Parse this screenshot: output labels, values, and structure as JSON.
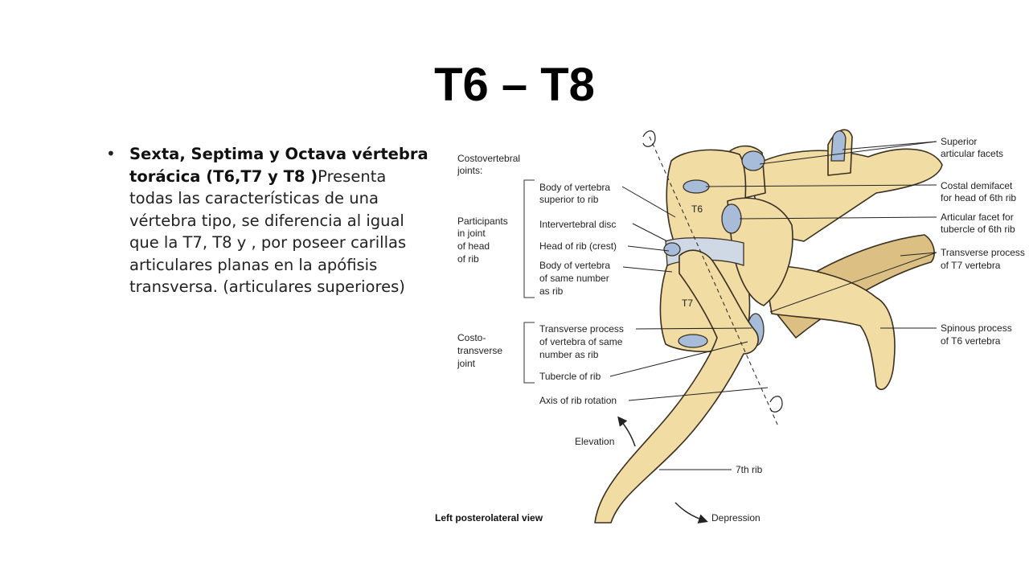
{
  "slide": {
    "title": "T6 – T8",
    "bullet_bold": "Sexta, Septima y Octava vértebra torácica (T6,T7 y T8 )",
    "bullet_rest": "Presenta todas las características de una vértebra tipo, se diferencia al igual que la T7, T8 y , por poseer carillas articulares planas en la apófisis transversa. (articulares superiores)"
  },
  "diagram": {
    "bone_color": "#f1dca3",
    "facet_color": "#a6bcd8",
    "groups": {
      "costovertebral_1": "Costovertebral",
      "costovertebral_2": "joints:",
      "participants_1": "Participants",
      "participants_2": "in joint",
      "participants_3": "of head",
      "participants_4": "of rib",
      "costo_1": "Costo-",
      "costo_2": "transverse",
      "costo_3": "joint"
    },
    "left_labels": {
      "body_sup_1": "Body of vertebra",
      "body_sup_2": "superior to rib",
      "ivd": "Intervertebral disc",
      "head_rib": "Head of rib (crest)",
      "body_same_1": "Body of vertebra",
      "body_same_2": "of same number",
      "body_same_3": "as rib",
      "tp_1": "Transverse process",
      "tp_2": "of vertebra of same",
      "tp_3": "number as rib",
      "tubercle": "Tubercle of rib",
      "axis": "Axis of rib rotation"
    },
    "right_labels": {
      "sup_facets_1": "Superior",
      "sup_facets_2": "articular facets",
      "costal_demi_1": "Costal demifacet",
      "costal_demi_2": "for head of 6th rib",
      "art_facet_1": "Articular facet for",
      "art_facet_2": "tubercle of 6th rib",
      "tp_t7_1": "Transverse process",
      "tp_t7_2": "of T7 vertebra",
      "spinous_1": "Spinous process",
      "spinous_2": "of T6 vertebra"
    },
    "vertebra_labels": {
      "t6": "T6",
      "t7": "T7"
    },
    "motion_labels": {
      "elevation": "Elevation",
      "depression": "Depression",
      "seventh_rib": "7th rib"
    },
    "view_caption": "Left posterolateral view"
  }
}
